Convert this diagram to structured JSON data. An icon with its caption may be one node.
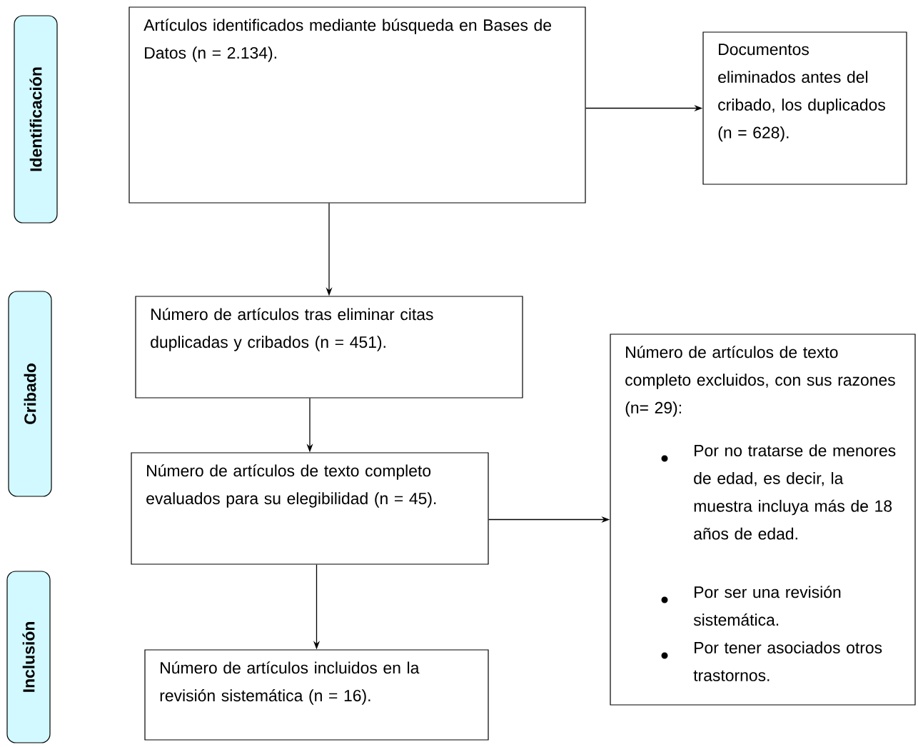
{
  "diagram": {
    "nodes": [
      {
        "text": [
          "Identificación"
        ]
      },
      {
        "text": [
          "Cribado"
        ]
      },
      {
        "text": [
          "Inclusión"
        ]
      },
      {
        "text": [
          "Artículos identificados mediante búsqueda en Bases de Datos (n = 2.134)."
        ]
      },
      {
        "text": [
          "Documentos eliminados antes del cribado, los duplicados (n = 628)."
        ]
      },
      {
        "text": [
          "Número de artículos tras eliminar citas duplicadas y cribados (n = 451)."
        ]
      },
      {
        "text": [
          "Número de artículos de texto completo evaluados para su elegibilidad (n = 45)."
        ]
      },
      {
        "text": [
          "Número de artículos de texto completo excluidos, con sus razones (n= 29):",
          "Por no tratarse de menores de edad, es decir, la muestra incluya más de 18 años de edad.",
          "Por ser una revisión sistemática.",
          "Por tener asociados otros trastornos."
        ]
      },
      {
        "text": [
          "Número de artículos incluidos en la revisión sistemática (n = 16)."
        ]
      }
    ],
    "edges": [
      {
        "from": 3,
        "to": 4,
        "arrow": "to"
      },
      {
        "from": 3,
        "to": 5,
        "arrow": "to"
      },
      {
        "from": 5,
        "to": 6,
        "arrow": "to"
      },
      {
        "from": 6,
        "to": 7,
        "arrow": "to"
      },
      {
        "from": 6,
        "to": 8,
        "arrow": "to"
      }
    ]
  }
}
